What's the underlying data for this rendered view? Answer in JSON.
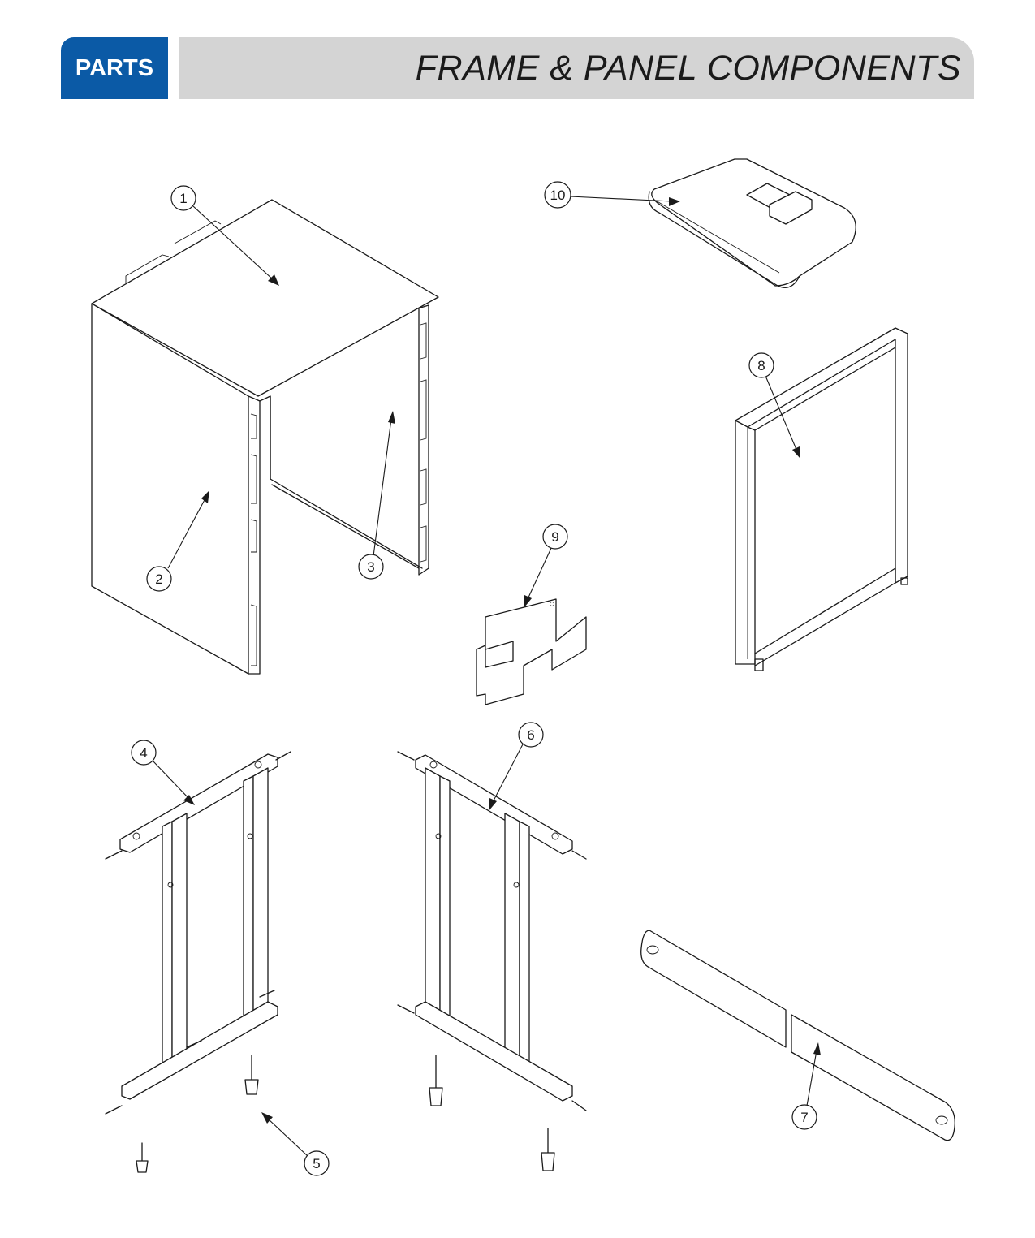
{
  "header": {
    "section_tab": "PARTS",
    "title": "FRAME & PANEL COMPONENTS"
  },
  "callouts": [
    "1",
    "2",
    "3",
    "4",
    "5",
    "6",
    "7",
    "8",
    "9",
    "10"
  ]
}
